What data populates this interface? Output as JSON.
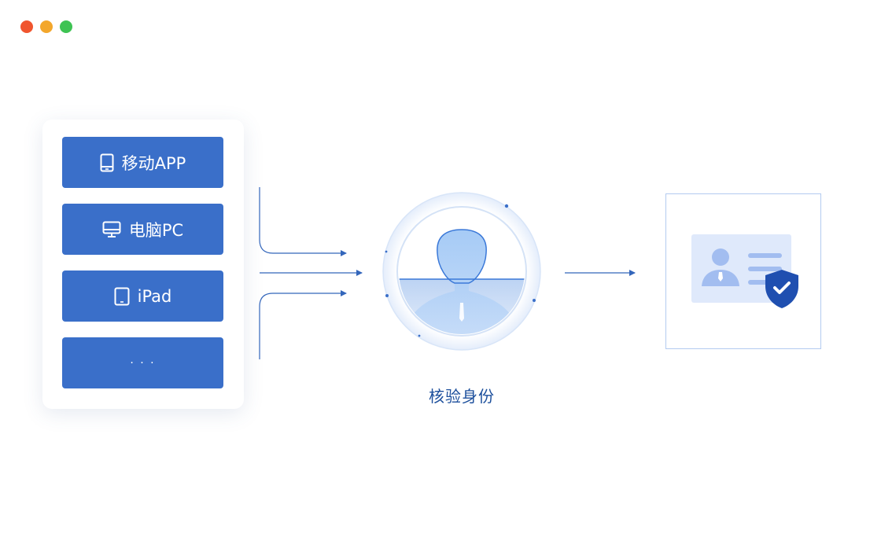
{
  "window": {
    "controls": [
      {
        "name": "close",
        "color": "#f0552e"
      },
      {
        "name": "minimize",
        "color": "#f3a72c"
      },
      {
        "name": "maximize",
        "color": "#3ec353"
      }
    ]
  },
  "sources": {
    "items": [
      {
        "label": "移动APP",
        "icon": "mobile-icon"
      },
      {
        "label": "电脑PC",
        "icon": "monitor-icon"
      },
      {
        "label": "iPad",
        "icon": "tablet-icon"
      },
      {
        "label": "· · ·",
        "icon": ""
      }
    ]
  },
  "verify": {
    "label": "核验身份",
    "icon": "person-avatar-icon"
  },
  "result": {
    "icon": "id-card-shield-check-icon"
  },
  "colors": {
    "primary": "#3a6fc9",
    "arrow": "#3366bb",
    "label": "#1c4f9c",
    "result_border": "#b3cbf0",
    "card_bg": "#dfe9fb",
    "card_person": "#a2bdf0",
    "shield": "#1f4fb0"
  }
}
